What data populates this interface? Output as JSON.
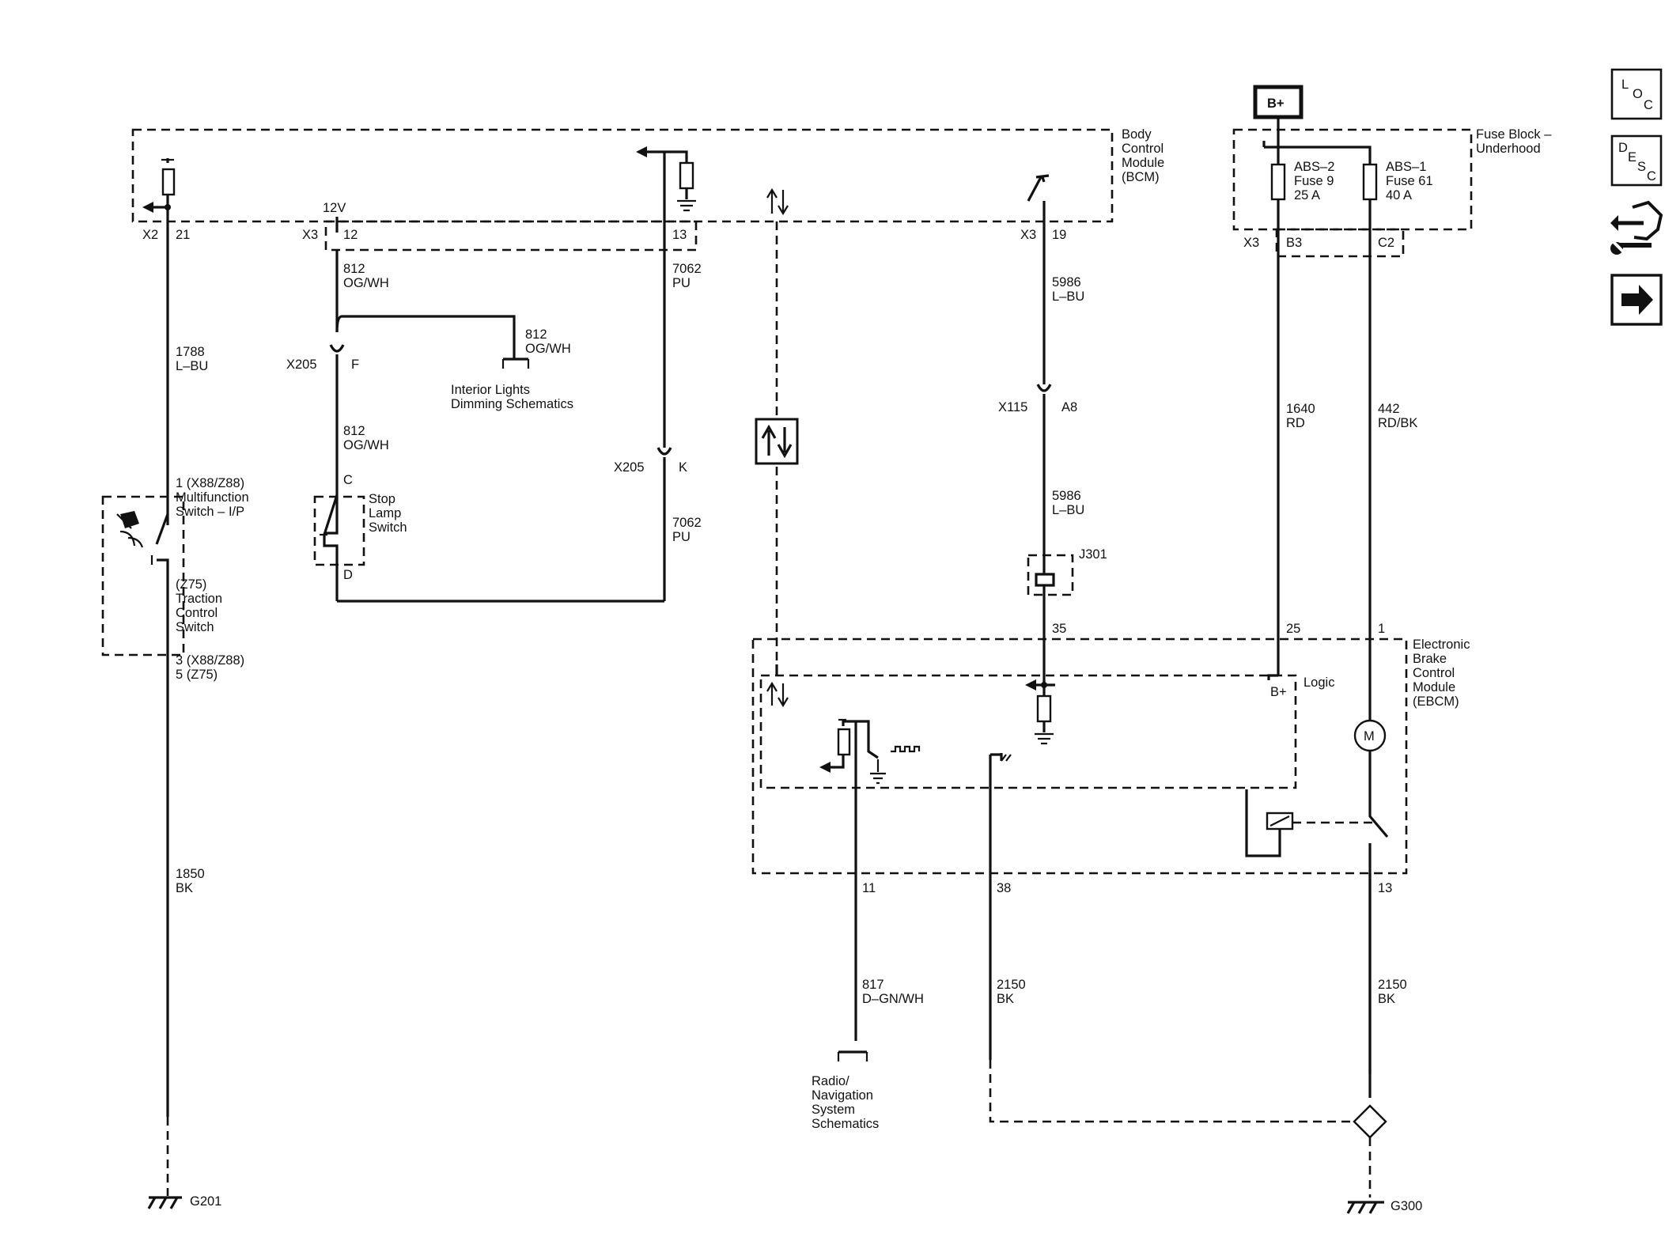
{
  "modules": {
    "bcm": "Body\nControl\nModule\n(BCM)",
    "fuse_block": "Fuse Block –\nUnderhood",
    "ebcm": "Electronic\nBrake\nControl\nModule\n(EBCM)",
    "logic": "Logic",
    "b_plus_box": "B+",
    "b_plus_logic": "B+",
    "supply_12v": "12V"
  },
  "fuses": [
    {
      "label": "ABS–2\nFuse 9\n25 A"
    },
    {
      "label": "ABS–1\nFuse 61\n40 A"
    }
  ],
  "connectors": {
    "x2": "X2",
    "x3a": "X3",
    "x3b": "X3",
    "x3c": "X3",
    "x205a": "X205",
    "x205b": "X205",
    "x115": "X115",
    "j301": "J301",
    "x205a_pin": "F",
    "x205b_pin": "K",
    "x115_pin": "A8"
  },
  "pins": {
    "bcm_21": "21",
    "bcm_12": "12",
    "bcm_13": "13",
    "bcm_19": "19",
    "fuse_b3": "B3",
    "fuse_c2": "C2",
    "ebcm_35": "35",
    "ebcm_25": "25",
    "ebcm_1": "1",
    "ebcm_11": "11",
    "ebcm_38": "38",
    "ebcm_13": "13",
    "sls_c": "C",
    "sls_d": "D"
  },
  "wires": {
    "w1788": "1788\nL–BU",
    "w812a": "812\nOG/WH",
    "w812b": "812\nOG/WH",
    "w812c": "812\nOG/WH",
    "w7062a": "7062\nPU",
    "w7062b": "7062\nPU",
    "w5986a": "5986\nL–BU",
    "w5986b": "5986\nL–BU",
    "w1640": "1640\nRD",
    "w442": "442\nRD/BK",
    "w1850": "1850\nBK",
    "w817": "817\nD–GN/WH",
    "w2150a": "2150\nBK",
    "w2150b": "2150\nBK"
  },
  "components": {
    "mfs": "1 (X88/Z88)\nMultifunction\nSwitch – I/P",
    "tcs": "(Z75)\nTraction\nControl\nSwitch",
    "mfs_pins": "3 (X88/Z88)\n5 (Z75)",
    "stop_lamp": "Stop\nLamp\nSwitch",
    "interior_lights": "Interior Lights\nDimming Schematics",
    "radio_nav": "Radio/\nNavigation\nSystem\nSchematics",
    "motor": "M"
  },
  "grounds": {
    "g201": "G201",
    "g300": "G300"
  },
  "sidebar": [
    {
      "name": "loc-button",
      "icon": "loc-icon",
      "parts": [
        "L",
        "O",
        "C"
      ]
    },
    {
      "name": "desc-button",
      "icon": "desc-icon",
      "parts": [
        "D",
        "E",
        "S",
        "C"
      ]
    },
    {
      "name": "connector-info-button",
      "icon": "connector-wrench-icon"
    },
    {
      "name": "next-page-button",
      "icon": "arrow-right-icon"
    }
  ]
}
